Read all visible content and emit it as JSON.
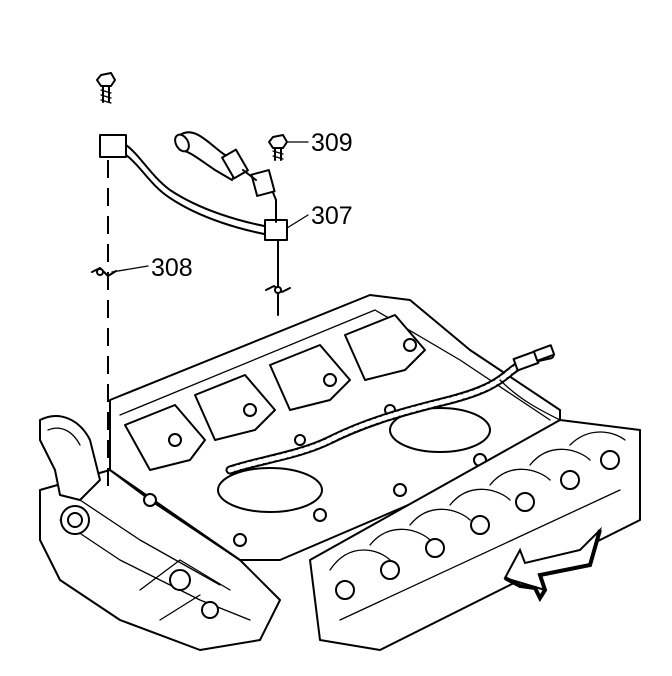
{
  "callouts": {
    "c309": "309",
    "c307": "307",
    "c308": "308"
  },
  "colors": {
    "line": "#000000",
    "background": "#ffffff"
  }
}
